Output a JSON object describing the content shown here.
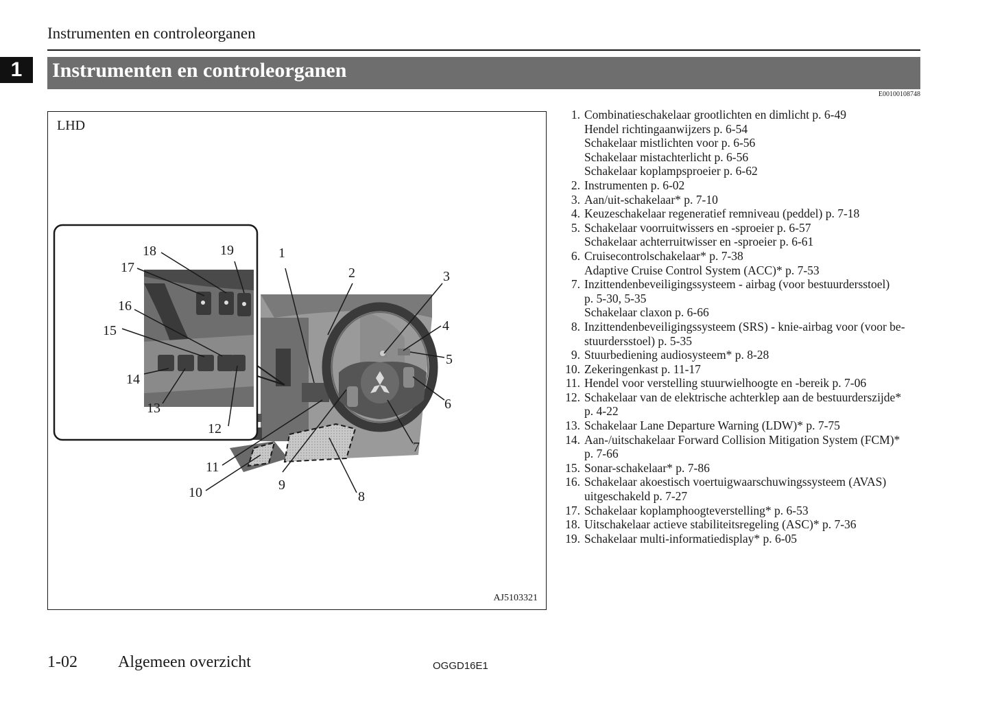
{
  "running_head": "Instrumenten en controleorganen",
  "chapter_number": "1",
  "section_title": "Instrumenten en controleorganen",
  "document_code": "E00100108748",
  "figure": {
    "variant_label": "LHD",
    "figure_code": "AJ5103321",
    "callouts": [
      "1",
      "2",
      "3",
      "4",
      "5",
      "6",
      "7",
      "8",
      "9",
      "10",
      "11",
      "12",
      "13",
      "14",
      "15",
      "16",
      "17",
      "18",
      "19"
    ]
  },
  "items": [
    {
      "num": "1.",
      "lines": [
        "Combinatieschakelaar grootlichten en dimlicht p. 6-49",
        "Hendel richtingaanwijzers p. 6-54",
        "Schakelaar mistlichten voor p. 6-56",
        "Schakelaar mistachterlicht p. 6-56",
        "Schakelaar koplampsproeier p. 6-62"
      ]
    },
    {
      "num": "2.",
      "lines": [
        "Instrumenten p. 6-02"
      ]
    },
    {
      "num": "3.",
      "lines": [
        "Aan/uit-schakelaar* p. 7-10"
      ]
    },
    {
      "num": "4.",
      "lines": [
        "Keuzeschakelaar regeneratief remniveau (peddel) p. 7-18"
      ]
    },
    {
      "num": "5.",
      "lines": [
        "Schakelaar voorruitwissers en -sproeier p. 6-57",
        "Schakelaar achterruitwisser en -sproeier p. 6-61"
      ]
    },
    {
      "num": "6.",
      "lines": [
        "Cruisecontrolschakelaar* p. 7-38",
        "Adaptive Cruise Control System (ACC)* p. 7-53"
      ]
    },
    {
      "num": "7.",
      "lines": [
        "Inzittendenbeveiligingssysteem - airbag (voor bestuurdersstoel)",
        "p. 5-30, 5-35",
        "Schakelaar claxon p. 6-66"
      ]
    },
    {
      "num": "8.",
      "lines": [
        "Inzittendenbeveiligingssysteem (SRS) - knie-airbag voor (voor be-",
        "stuurdersstoel) p. 5-35"
      ]
    },
    {
      "num": "9.",
      "lines": [
        "Stuurbediening audiosysteem* p. 8-28"
      ]
    },
    {
      "num": "10.",
      "lines": [
        "Zekeringenkast p. 11-17"
      ]
    },
    {
      "num": "11.",
      "lines": [
        "Hendel voor verstelling stuurwielhoogte en -bereik p. 7-06"
      ]
    },
    {
      "num": "12.",
      "lines": [
        "Schakelaar van de elektrische achterklep aan de bestuurderszijde*",
        "p. 4-22"
      ]
    },
    {
      "num": "13.",
      "lines": [
        "Schakelaar Lane Departure Warning (LDW)* p. 7-75"
      ]
    },
    {
      "num": "14.",
      "lines": [
        "Aan-/uitschakelaar Forward Collision Mitigation System (FCM)*",
        "p. 7-66"
      ]
    },
    {
      "num": "15.",
      "lines": [
        "Sonar-schakelaar* p. 7-86"
      ]
    },
    {
      "num": "16.",
      "lines": [
        "Schakelaar akoestisch voertuigwaarschuwingssysteem (AVAS)",
        "uitgeschakeld p. 7-27"
      ]
    },
    {
      "num": "17.",
      "lines": [
        "Schakelaar koplamphoogteverstelling* p. 6-53"
      ]
    },
    {
      "num": "18.",
      "lines": [
        "Uitschakelaar actieve stabiliteitsregeling (ASC)* p. 7-36"
      ]
    },
    {
      "num": "19.",
      "lines": [
        "Schakelaar multi-informatiedisplay* p. 6-05"
      ]
    }
  ],
  "footer": {
    "page_number": "1-02",
    "section_name": "Algemeen overzicht",
    "code": "OGGD16E1"
  }
}
